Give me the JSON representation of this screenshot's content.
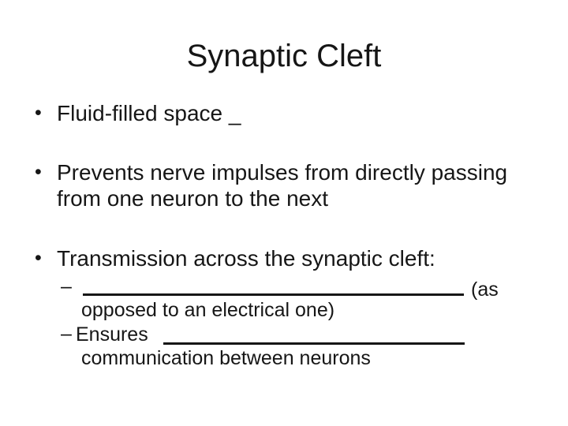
{
  "colors": {
    "background": "#ffffff",
    "text": "#161616"
  },
  "title": "Synaptic Cleft",
  "bullets": {
    "b1": {
      "marker": "•",
      "text": "Fluid-filled space _"
    },
    "b2": {
      "marker": "•",
      "line1": "Prevents nerve impulses from directly passing",
      "line2": "from one neuron to the next"
    },
    "b3": {
      "marker": "•",
      "text": "Transmission across the synaptic cleft:"
    }
  },
  "sub_bullets": {
    "s1": {
      "marker": "–",
      "suffix": "(as",
      "line2": "opposed to an electrical one)"
    },
    "s2": {
      "marker": "–",
      "lead": "Ensures",
      "line2": "communication between neurons"
    }
  }
}
